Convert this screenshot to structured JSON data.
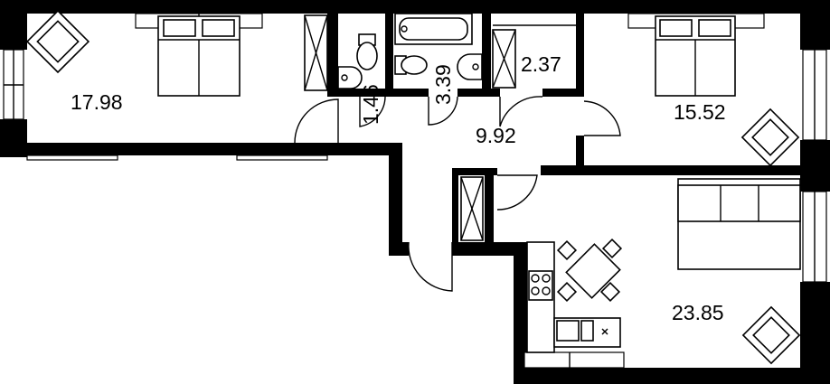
{
  "plan": {
    "rooms": [
      {
        "id": "bedroom-left",
        "area": "17.98"
      },
      {
        "id": "toilet",
        "area": "1.46"
      },
      {
        "id": "bathroom",
        "area": "3.39"
      },
      {
        "id": "closet",
        "area": "2.37"
      },
      {
        "id": "bedroom-right",
        "area": "15.52"
      },
      {
        "id": "hallway",
        "area": "9.92"
      },
      {
        "id": "kitchen-living",
        "area": "23.85"
      }
    ],
    "colors": {
      "wall": "#000000",
      "background": "#ffffff"
    },
    "icons": [
      "double-bed-icon",
      "armchair-icon",
      "sofa-icon",
      "dining-table-icon",
      "stove-icon",
      "sink-icon",
      "toilet-icon",
      "bathtub-icon",
      "wardrobe-icon",
      "door-swing-icon"
    ]
  }
}
